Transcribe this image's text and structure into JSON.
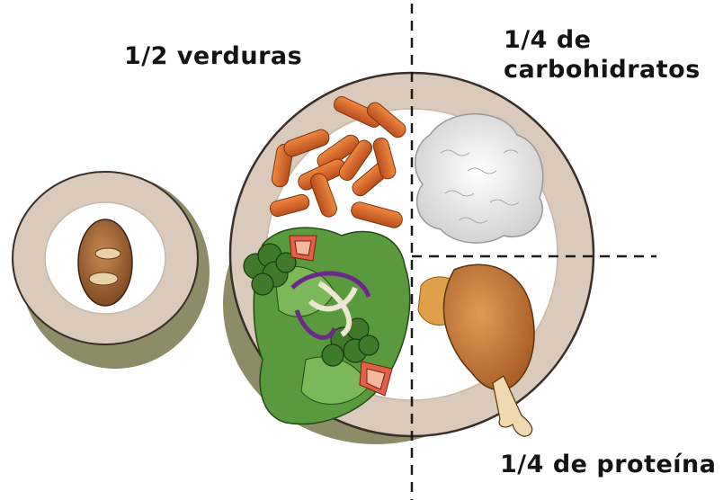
{
  "labels": {
    "vegetables": "1/2 verduras",
    "carbs_line1": "1/4 de",
    "carbs_line2": "carbohidratos",
    "protein": "1/4 de proteína"
  },
  "colors": {
    "plate_rim": "#d9cabc",
    "plate_center": "#ffffff",
    "plate_outline": "#3a2e28",
    "shadow": "#8c8c66",
    "carrot": "#d8682c",
    "rice": "#f2f2f2",
    "chicken": "#c77a3a",
    "broccoli": "#3f7a2c",
    "lettuce": "#5a9a3e",
    "onion_purple": "#6b2a8a",
    "tomato": "#e0604a",
    "bread": "#a86a3a"
  }
}
